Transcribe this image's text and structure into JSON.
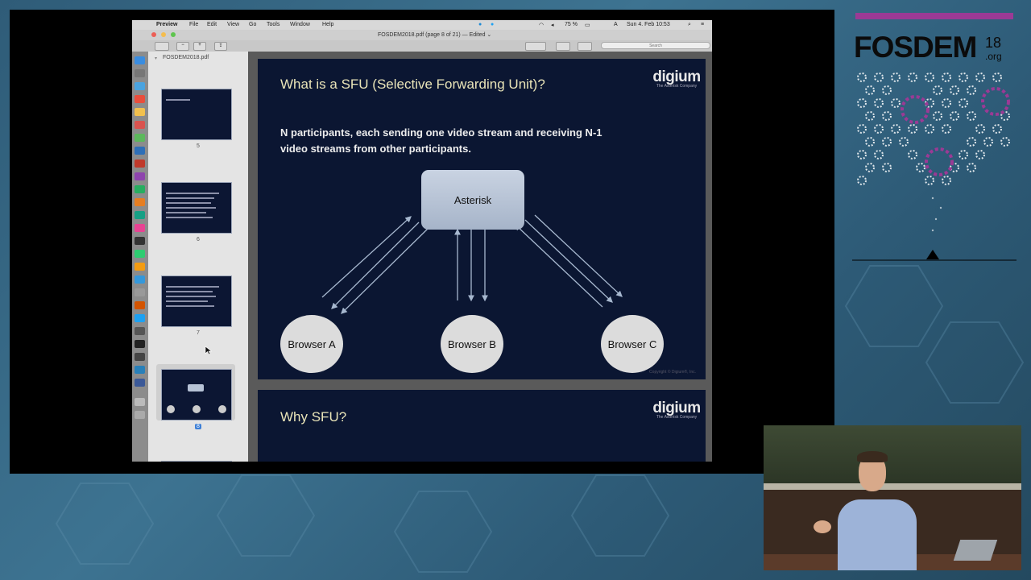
{
  "menubar": {
    "app": "Preview",
    "items": [
      "File",
      "Edit",
      "View",
      "Go",
      "Tools",
      "Window",
      "Help"
    ],
    "battery": "75 %",
    "clock": "Sun 4. Feb 10:53"
  },
  "window": {
    "title": "FOSDEM2018.pdf (page 8 of 21) — Edited ⌄",
    "search_placeholder": "Search"
  },
  "sidebar": {
    "file_name": "FOSDEM2018.pdf",
    "pages": [
      "5",
      "6",
      "7",
      "8"
    ]
  },
  "slide": {
    "title": "What is a SFU (Selective Forwarding Unit)?",
    "body": "N participants, each sending one video stream and receiving N-1 video streams from other participants.",
    "server": "Asterisk",
    "clients": [
      "Browser A",
      "Browser B",
      "Browser C"
    ],
    "brand": "digium",
    "brand_tagline": "The Asterisk Company",
    "copyright": "Copyright © Digium®, Inc."
  },
  "next_slide": {
    "title": "Why SFU?",
    "brand": "digium",
    "brand_tagline": "The Asterisk Company"
  },
  "conference": {
    "name": "FOSDEM",
    "year": "18",
    "tld": ".org"
  },
  "colors": {
    "slide_bg": "#0b1632",
    "slide_title": "#e9e4b8",
    "accent": "#9b3a95"
  }
}
